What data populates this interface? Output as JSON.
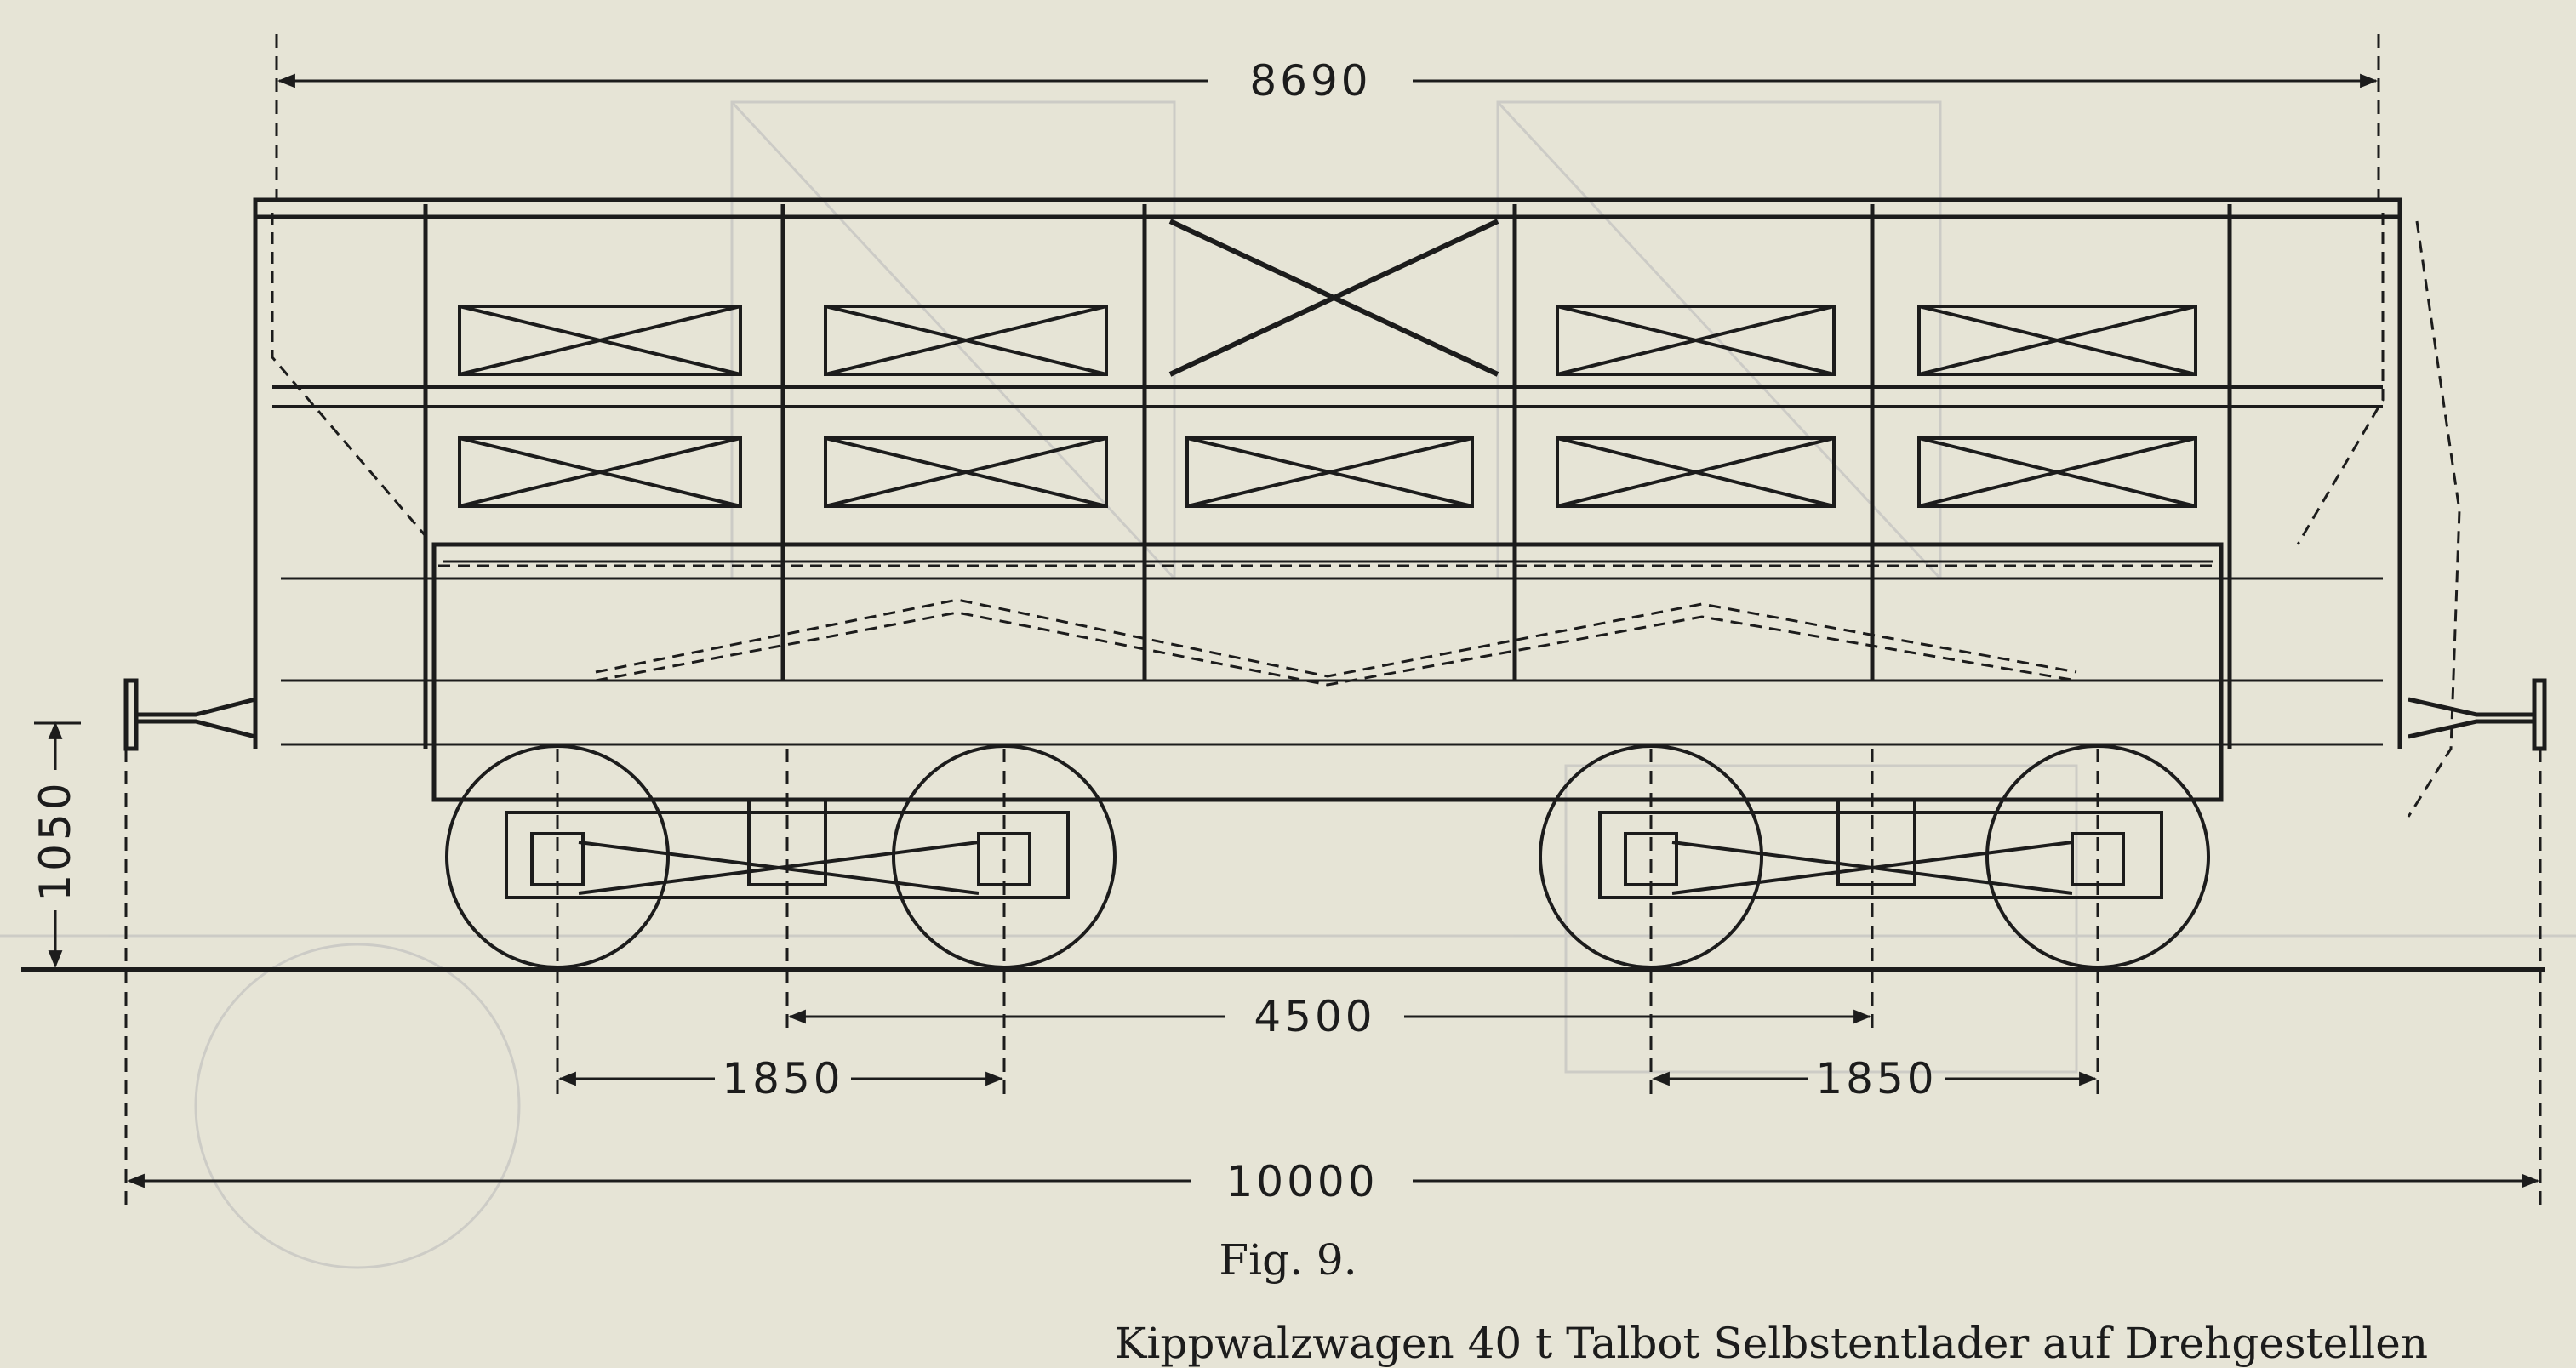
{
  "dimensions": {
    "overall_body_length": "8690",
    "buffer_height": "1050",
    "bogie_pivot_spacing": "4500",
    "left_bogie_wheelbase": "1850",
    "right_bogie_wheelbase": "1850",
    "overall_length": "10000"
  },
  "caption": {
    "figure_label": "Fig. 9.",
    "subcaption": "Kippwalzwagen 40 t Talbot Selbstentlader auf Drehgestellen"
  },
  "colors": {
    "paper": "#e6e4d6",
    "ink": "#1c1c1c"
  }
}
